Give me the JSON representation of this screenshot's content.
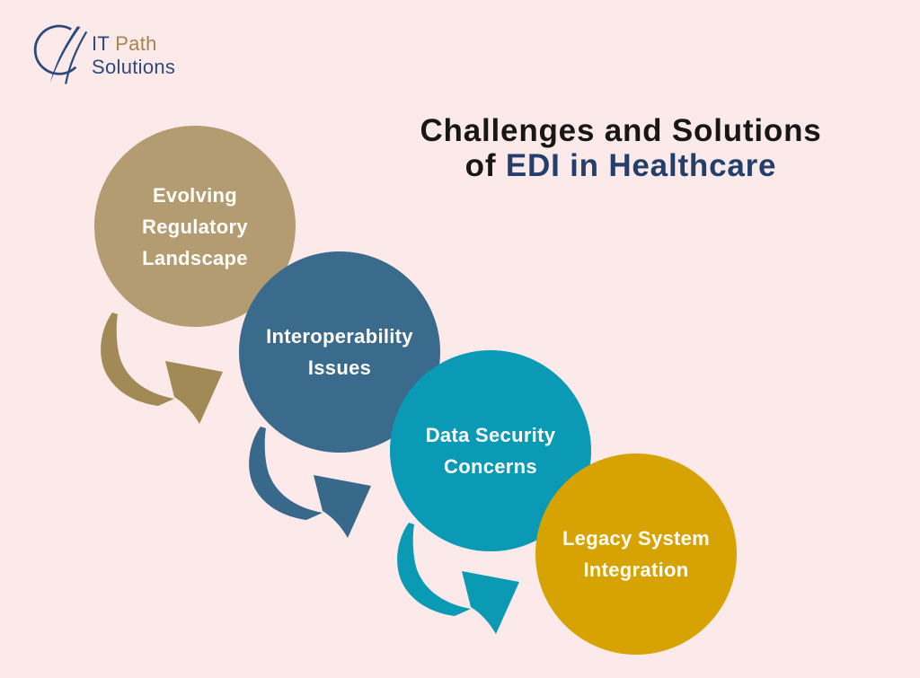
{
  "background_color": "#fce9e9",
  "logo": {
    "it": "IT",
    "path": "Path",
    "solutions": "Solutions",
    "navy_color": "#2d4a7c",
    "gold_color": "#a5854e"
  },
  "title": {
    "line1": "Challenges and Solutions",
    "line2_prefix": "of ",
    "line2_highlight": "EDI in Healthcare",
    "text_color": "#171717",
    "highlight_color": "#233f6c"
  },
  "label_text_color": "#fffdf8",
  "steps": [
    {
      "label": "Evolving Regulatory Landscape",
      "label_lines": [
        "Evolving",
        "Regulatory",
        "Landscape"
      ],
      "circle_color": "#b39b72",
      "arrow_color": "#a18a55"
    },
    {
      "label": "Interoperability Issues",
      "label_lines": [
        "Interoperability",
        "Issues"
      ],
      "circle_color": "#3a6b8c",
      "arrow_color": "#38688a"
    },
    {
      "label": "Data Security Concerns",
      "label_lines": [
        "Data Security",
        "Concerns"
      ],
      "circle_color": "#0a9ab5",
      "arrow_color": "#0b9ab4"
    },
    {
      "label": "Legacy System Integration",
      "label_lines": [
        "Legacy System",
        "Integration"
      ],
      "circle_color": "#d7a303",
      "arrow_color": ""
    }
  ]
}
